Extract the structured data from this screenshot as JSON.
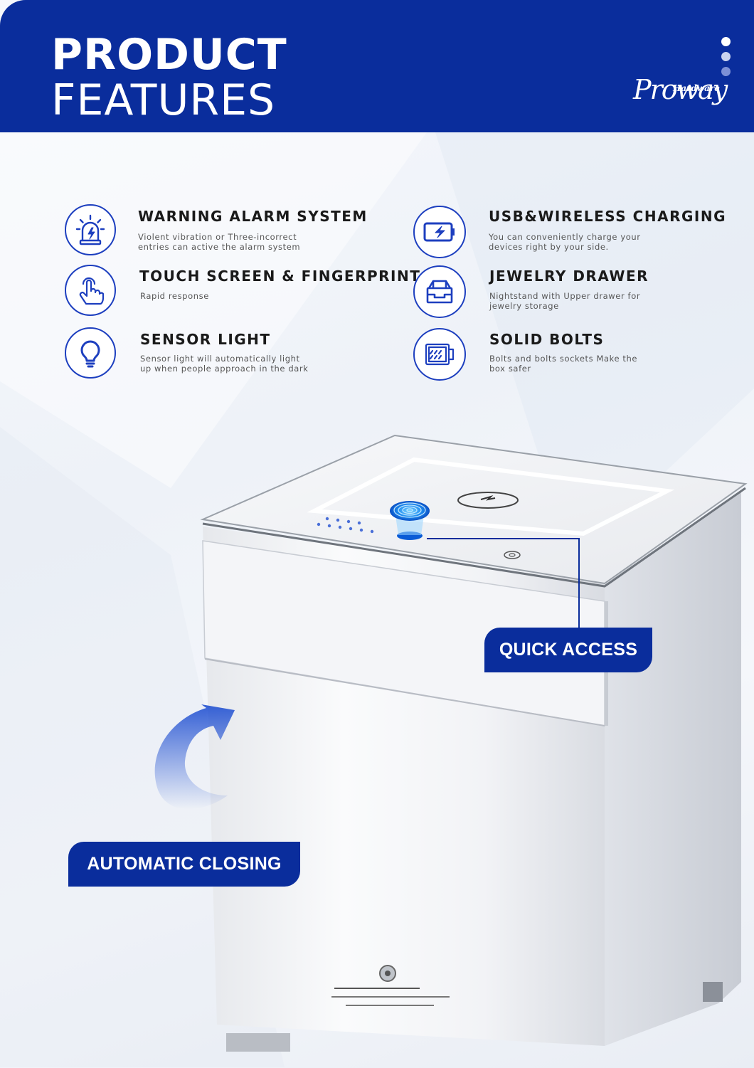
{
  "header": {
    "title_line1": "PRODUCT",
    "title_line2": "FEATURES",
    "logo_main": "Proway",
    "logo_sub": "Hardware",
    "pager_dots": [
      "#ffffff",
      "#c9d3ef",
      "#7d90d6"
    ]
  },
  "features": [
    {
      "icon": "alarm-light-icon",
      "title": "WARNING ALARM SYSTEM",
      "desc_line1": "Violent vibration or Three-incorrect",
      "desc_line2": "entries can active the alarm system"
    },
    {
      "icon": "touch-hand-icon",
      "title": "TOUCH SCREEN & FINGERPRINT",
      "desc_line1": "Rapid response",
      "desc_line2": ""
    },
    {
      "icon": "light-bulb-icon",
      "title": "SENSOR LIGHT",
      "desc_line1": "Sensor light will automatically light",
      "desc_line2": "up when people approach in the dark"
    },
    {
      "icon": "battery-charging-icon",
      "title": "USB&WIRELESS CHARGING",
      "desc_line1": "You can conveniently charge your",
      "desc_line2": "devices right by your side."
    },
    {
      "icon": "drawer-icon",
      "title": "JEWELRY DRAWER",
      "desc_line1": "Nightstand with Upper drawer for",
      "desc_line2": "jewelry storage"
    },
    {
      "icon": "bolts-icon",
      "title": "SOLID BOLTS",
      "desc_line1": "Bolts and bolts sockets Make the",
      "desc_line2": "box safer"
    }
  ],
  "callouts": {
    "quick_access": "QUICK ACCESS",
    "automatic_closing": "AUTOMATIC CLOSING"
  },
  "colors": {
    "brand_blue": "#0a2d9c",
    "icon_blue": "#1d3fbf"
  }
}
